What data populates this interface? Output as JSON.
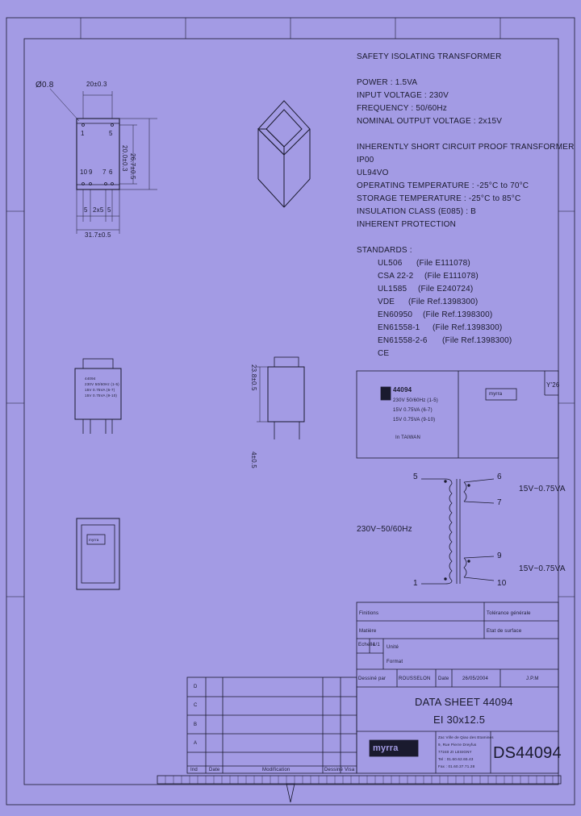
{
  "spec": {
    "title": "SAFETY ISOLATING TRANSFORMER",
    "lines": [
      "POWER : 1.5VA",
      "INPUT VOLTAGE : 230V",
      "FREQUENCY : 50/60Hz",
      "NOMINAL OUTPUT VOLTAGE : 2x15V"
    ],
    "lines2": [
      "INHERENTLY SHORT CIRCUIT PROOF TRANSFORMER",
      "IP00",
      "UL94VO",
      "OPERATING TEMPERATURE : -25°C to 70°C",
      "STORAGE TEMPERATURE : -25°C to 85°C",
      "INSULATION CLASS (E085) : B",
      "INHERENT PROTECTION"
    ],
    "standards_label": "STANDARDS :",
    "standards": [
      {
        "name": "UL506",
        "file": "(File E111078)"
      },
      {
        "name": "CSA 22-2",
        "file": "(File E111078)"
      },
      {
        "name": "UL1585",
        "file": "(File E240724)"
      },
      {
        "name": "VDE",
        "file": "(File Ref.1398300)"
      },
      {
        "name": "EN60950",
        "file": "(File Ref.1398300)"
      },
      {
        "name": "EN61558-1",
        "file": "(File Ref.1398300)"
      },
      {
        "name": "EN61558-2-6",
        "file": "(File Ref.1398300)"
      },
      {
        "name": "CE",
        "file": ""
      }
    ]
  },
  "drawing": {
    "dia": "Ø0.8",
    "top_w": "20±0.3",
    "height_dim": "26.7±0.5",
    "height_dim2": "20.0±0.3",
    "pitch": [
      "5",
      "2x5",
      "5"
    ],
    "width_dim": "31.7±0.5",
    "pins_top": [
      "1",
      "5"
    ],
    "pins_bottom": [
      "10",
      "9",
      "7",
      "6"
    ],
    "side_h": "23.8±0.5",
    "side_pin": "4±0.5",
    "corner_label": "Y'26"
  },
  "label": {
    "model": "44094",
    "rating": "230V 50/60Hz (1-5)",
    "out1": "15V 0.75VA (6-7)",
    "out2": "15V 0.75VA (9-10)",
    "origin": "In TAIWAN",
    "brand": "myrra"
  },
  "schematic": {
    "primary": "230V~50/60Hz",
    "out1": "15V~0.75VA",
    "out2": "15V~0.75VA",
    "pins": [
      "5",
      "1",
      "6",
      "7",
      "9",
      "10"
    ]
  },
  "titleblock": {
    "finitions": "Finitions",
    "matiere": "Matière",
    "tol": "Tolérance générale",
    "etat": "Etat de surface",
    "echelle": "Echelle",
    "scale": "1/1",
    "unite": "Unité",
    "format": "Format",
    "dessine": "Dessiné par",
    "dessine_val": "ROUSSELON",
    "date_lbl": "Date",
    "date": "26/05/2004",
    "visa": "J.P.M",
    "title1": "DATA SHEET 44094",
    "title2": "EI 30x12.5",
    "brand": "myrra",
    "company": [
      "Zac Ville de Qiao des Etamines",
      "9, Rue Pierre Dreyfus",
      "77240 ZI LESIGNY",
      "Tel : 01.60.62.65.43",
      "Fax : 01.60.37.71.28"
    ],
    "ref": "DS44094",
    "rev_letters": [
      "D",
      "C",
      "B",
      "A"
    ],
    "rev_headers": [
      "Ind",
      "Date",
      "Modification",
      "Dessiné",
      "Visa"
    ]
  }
}
